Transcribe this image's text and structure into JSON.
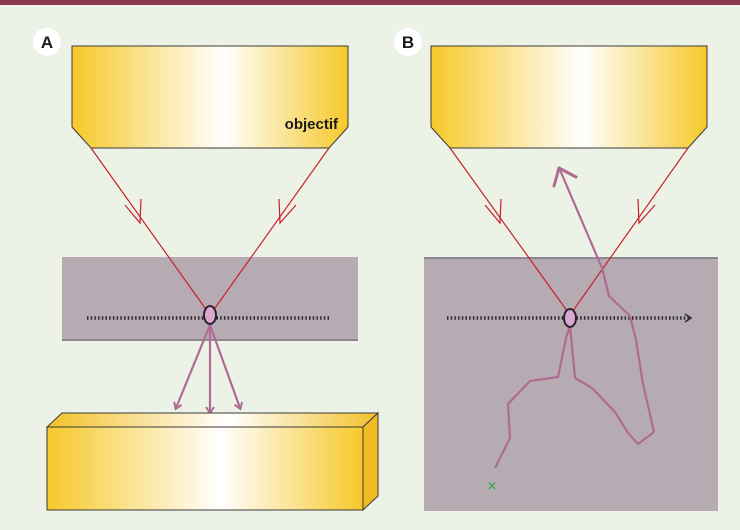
{
  "panels": {
    "a": {
      "badge": "A",
      "objective_label": "objectif"
    },
    "b": {
      "badge": "B"
    }
  },
  "colors": {
    "top_bar": "#8a3a4e",
    "background": "#edf2e6",
    "lens_edge": "#f6c92a",
    "lens_center": "#ffffff",
    "lens_stroke": "#3a3a3a",
    "sample": "#b7abb3",
    "ray": "#c8202a",
    "emission": "#b06b93",
    "molecule_fill": "#d9a8cf",
    "molecule_stroke": "#2a2030",
    "dotted_line": "#2a2a2a",
    "start_marker": "#2ea84a"
  },
  "symbols": {
    "start_marker": "×"
  }
}
